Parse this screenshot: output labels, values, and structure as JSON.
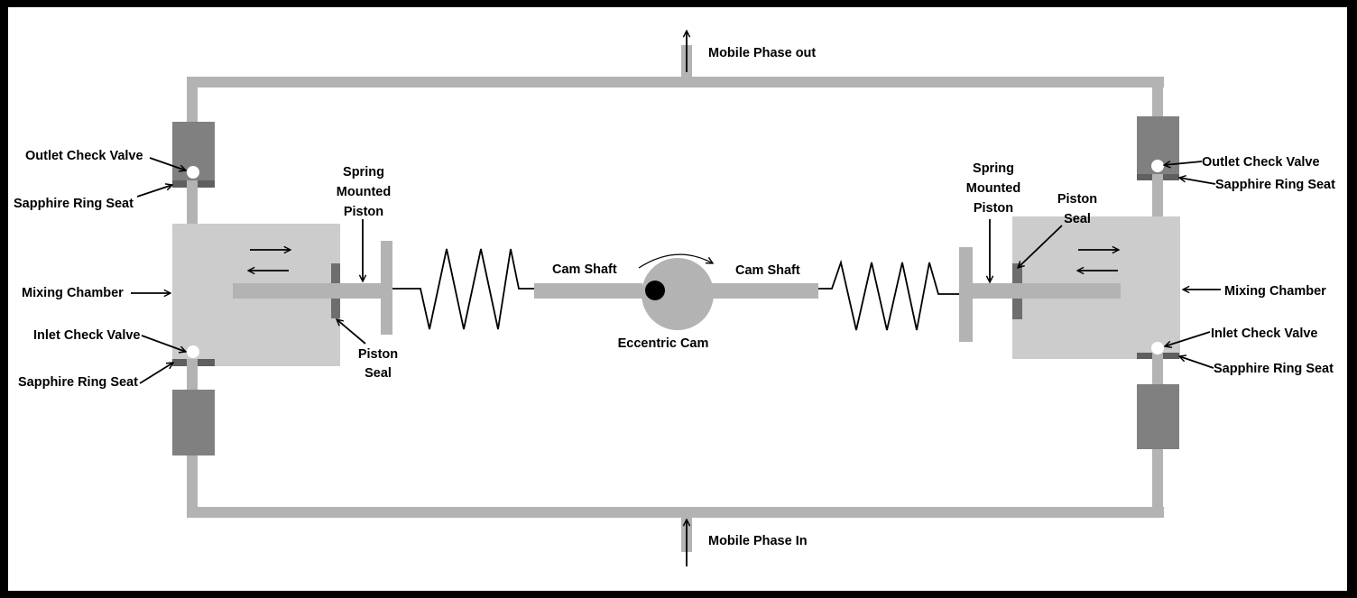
{
  "title": "Reciprocating dual-piston pump diagram",
  "labels": {
    "mobile_phase_out": "Mobile Phase out",
    "mobile_phase_in": "Mobile Phase In",
    "cam_shaft_left": "Cam Shaft",
    "cam_shaft_right": "Cam Shaft",
    "eccentric_cam": "Eccentric Cam",
    "left": {
      "outlet_check_valve": "Outlet Check Valve",
      "sapphire_ring_seat_top": "Sapphire Ring Seat",
      "mixing_chamber": "Mixing Chamber",
      "inlet_check_valve": "Inlet Check Valve",
      "sapphire_ring_seat_bottom": "Sapphire Ring Seat",
      "spring_mounted_piston": [
        "Spring",
        "Mounted",
        "Piston"
      ],
      "piston_seal": [
        "Piston",
        "Seal"
      ]
    },
    "right": {
      "outlet_check_valve": "Outlet Check Valve",
      "sapphire_ring_seat_top": "Sapphire Ring Seat",
      "mixing_chamber": "Mixing Chamber",
      "inlet_check_valve": "Inlet Check Valve",
      "sapphire_ring_seat_bottom": "Sapphire Ring Seat",
      "spring_mounted_piston": [
        "Spring",
        "Mounted",
        "Piston"
      ],
      "piston_seal": [
        "Piston",
        "Seal"
      ]
    }
  },
  "colors": {
    "pipe": "#b3b3b3",
    "valve_body": "#808080",
    "seat": "#5f5f5f",
    "chamber": "#cccccc",
    "frame": "#000000"
  }
}
